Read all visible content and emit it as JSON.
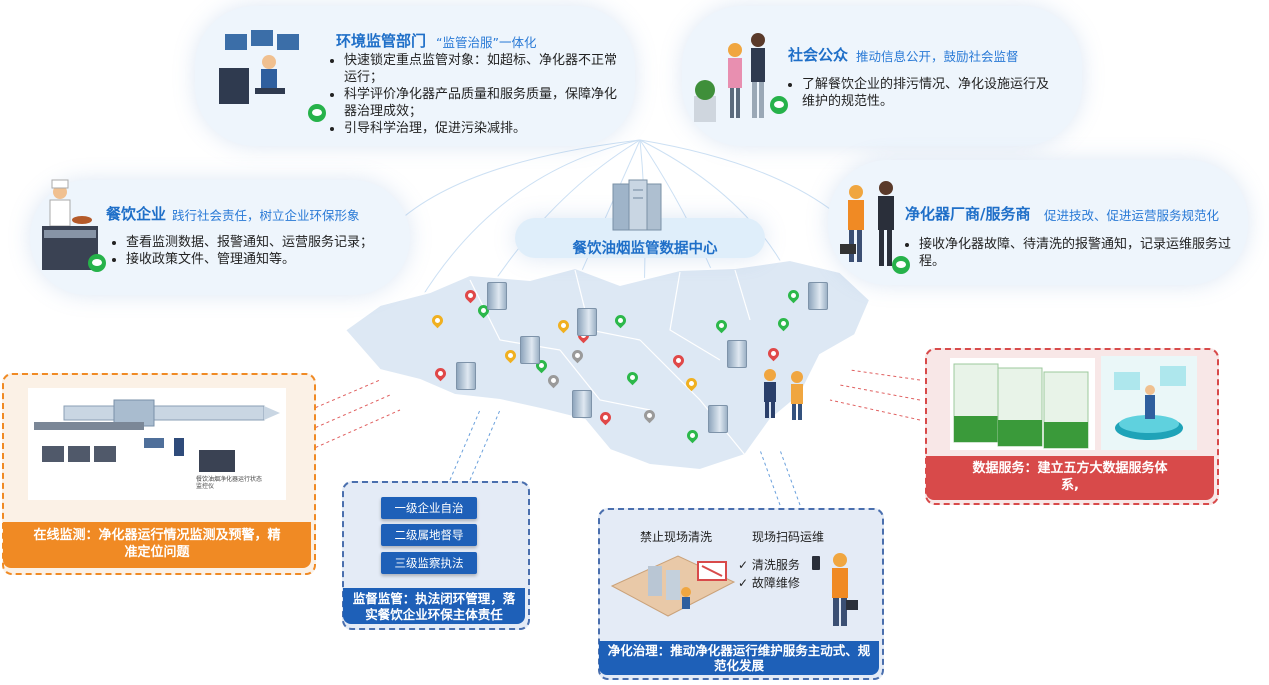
{
  "center": {
    "label": "餐饮油烟监管数据中心"
  },
  "env_dept": {
    "title": "环境监管部门",
    "subtitle": "“监管治服”一体化",
    "bullets": [
      "快速锁定重点监管对象：如超标、净化器不正常运行；",
      "科学评价净化器产品质量和服务质量，保障净化器治理成效；",
      "引导科学治理，促进污染减排。"
    ]
  },
  "public": {
    "title": "社会公众",
    "subtitle": "推动信息公开，鼓励社会监督",
    "bullets": [
      "了解餐饮企业的排污情况、净化设施运行及维护的规范性。"
    ]
  },
  "restaurant": {
    "title": "餐饮企业",
    "subtitle": "践行社会责任，树立企业环保形象",
    "bullets": [
      "查看监测数据、报警通知、运营服务记录；",
      "接收政策文件、管理通知等。"
    ]
  },
  "vendor": {
    "title": "净化器厂商/服务商",
    "subtitle": "促进技改、促进运营服务规范化",
    "bullets": [
      "接收净化器故障、待清洗的报警通知，记录运维服务过程。"
    ]
  },
  "online": {
    "banner": "在线监测：净化器运行情况监测及预警，精准定位问题",
    "diagram_labels": [
      "餐饮油烟净化器运行状态监控仪"
    ]
  },
  "supervision": {
    "levels": [
      "一级企业自治",
      "二级属地督导",
      "三级监察执法"
    ],
    "banner": "监督监管：执法闭环管理，落实餐饮企业环保主体责任"
  },
  "governance": {
    "left_label": "禁止现场清洗",
    "right_label": "现场扫码运维",
    "checks": [
      "清洗服务",
      "故障维修"
    ],
    "banner": "净化治理：推动净化器运行维护服务主动式、规范化发展"
  },
  "data_service": {
    "banner": "数据服务：建立五方大数据服务体系,"
  },
  "colors": {
    "primary_blue": "#1f6fc8",
    "dark_blue": "#1e60b8",
    "orange": "#f08a24",
    "red": "#d84a4a",
    "green": "#26b24a"
  }
}
